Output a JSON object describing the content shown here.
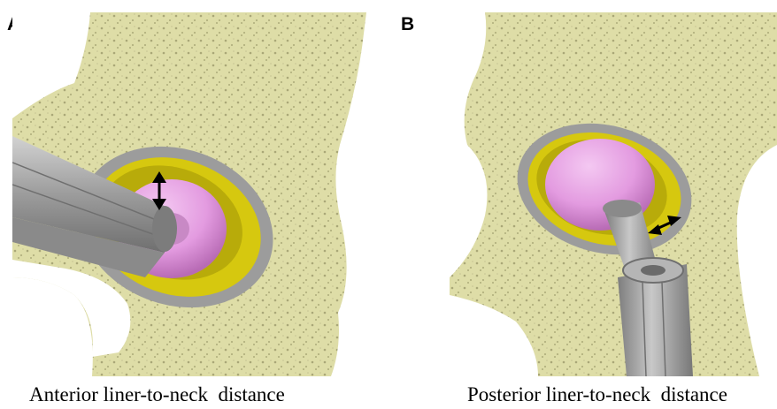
{
  "panels": [
    {
      "letter": "A",
      "caption": "Anterior liner-to-neck  distance"
    },
    {
      "letter": "B",
      "caption": "Posterior liner-to-neck  distance"
    }
  ],
  "colors": {
    "bone": "#dcdba4",
    "bone_shadow": "#b9b784",
    "shell": "#a9a9a9",
    "liner": "#d9cc12",
    "head": "#e39be0",
    "stem": "#a6a6a6",
    "arrow": "#000000"
  },
  "icons": [
    "double-headed-arrow"
  ]
}
